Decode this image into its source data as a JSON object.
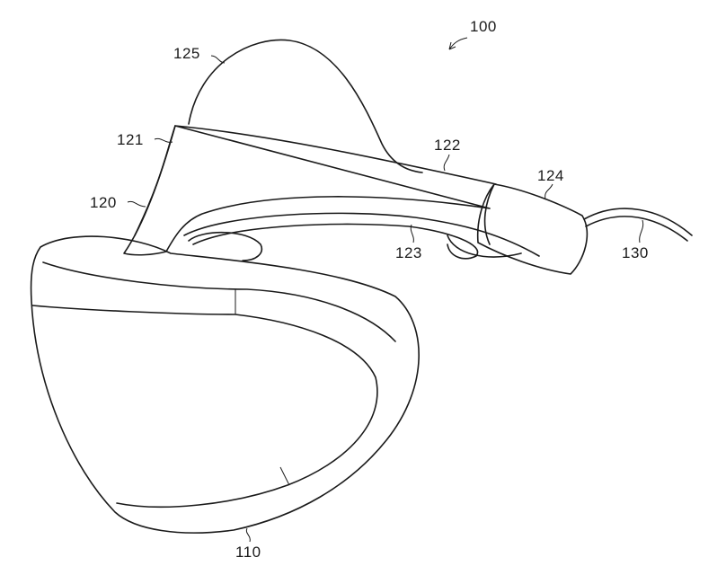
{
  "figure": {
    "labels": {
      "device": "100",
      "front_unit": "110",
      "band": "120",
      "band_front": "121",
      "band_rear": "122",
      "inner_band": "123",
      "adjuster": "124",
      "head_pad": "125",
      "cable": "130"
    },
    "line_color": "#1a1a1a",
    "background": "#ffffff"
  }
}
